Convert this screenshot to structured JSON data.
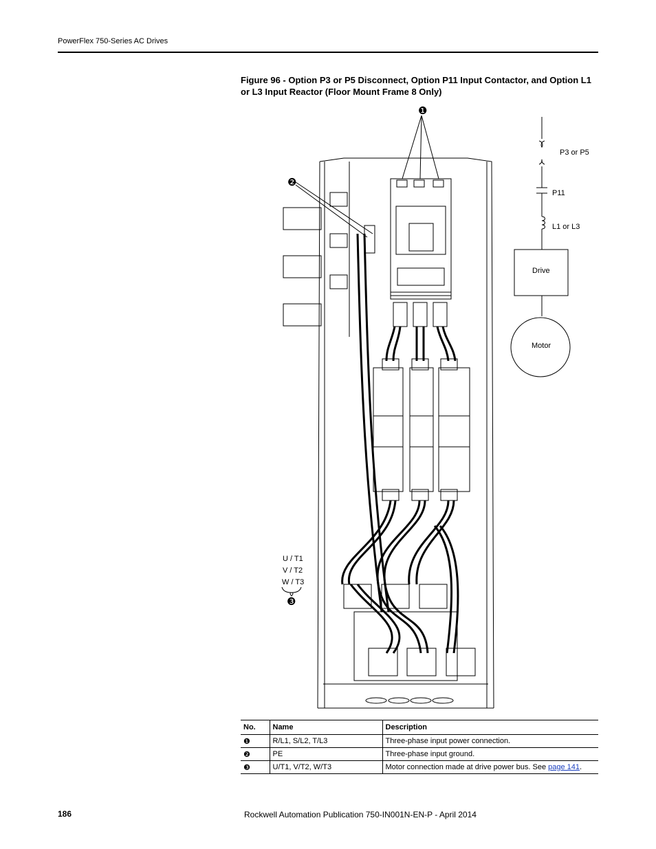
{
  "header": {
    "title": "PowerFlex 750-Series AC Drives"
  },
  "figure": {
    "caption": "Figure 96 - Option P3 or P5 Disconnect, Option P11 Input Contactor, and Option L1 or L3 Input Reactor (Floor Mount Frame 8 Only)",
    "callout1": "❶",
    "callout2": "❷",
    "callout3": "❸",
    "motor_labels": [
      "U / T1",
      "V / T2",
      "W / T3"
    ],
    "schematic": {
      "disconnect": "P3 or P5",
      "contactor": "P11",
      "reactor": "L1 or L3",
      "drive": "Drive",
      "motor": "Motor"
    }
  },
  "table": {
    "headers": [
      "No.",
      "Name",
      "Description"
    ],
    "rows": [
      {
        "no": "❶",
        "name": "R/L1, S/L2, T/L3",
        "description": "Three-phase input power connection."
      },
      {
        "no": "❷",
        "name": "PE",
        "description": "Three-phase input ground."
      },
      {
        "no": "❸",
        "name": "U/T1, V/T2, W/T3",
        "description_pre": "Motor connection made at drive power bus. See ",
        "link": "page 141",
        "description_post": "."
      }
    ]
  },
  "footer": {
    "page_number": "186",
    "publication": "Rockwell Automation Publication 750-IN001N-EN-P - April 2014"
  }
}
